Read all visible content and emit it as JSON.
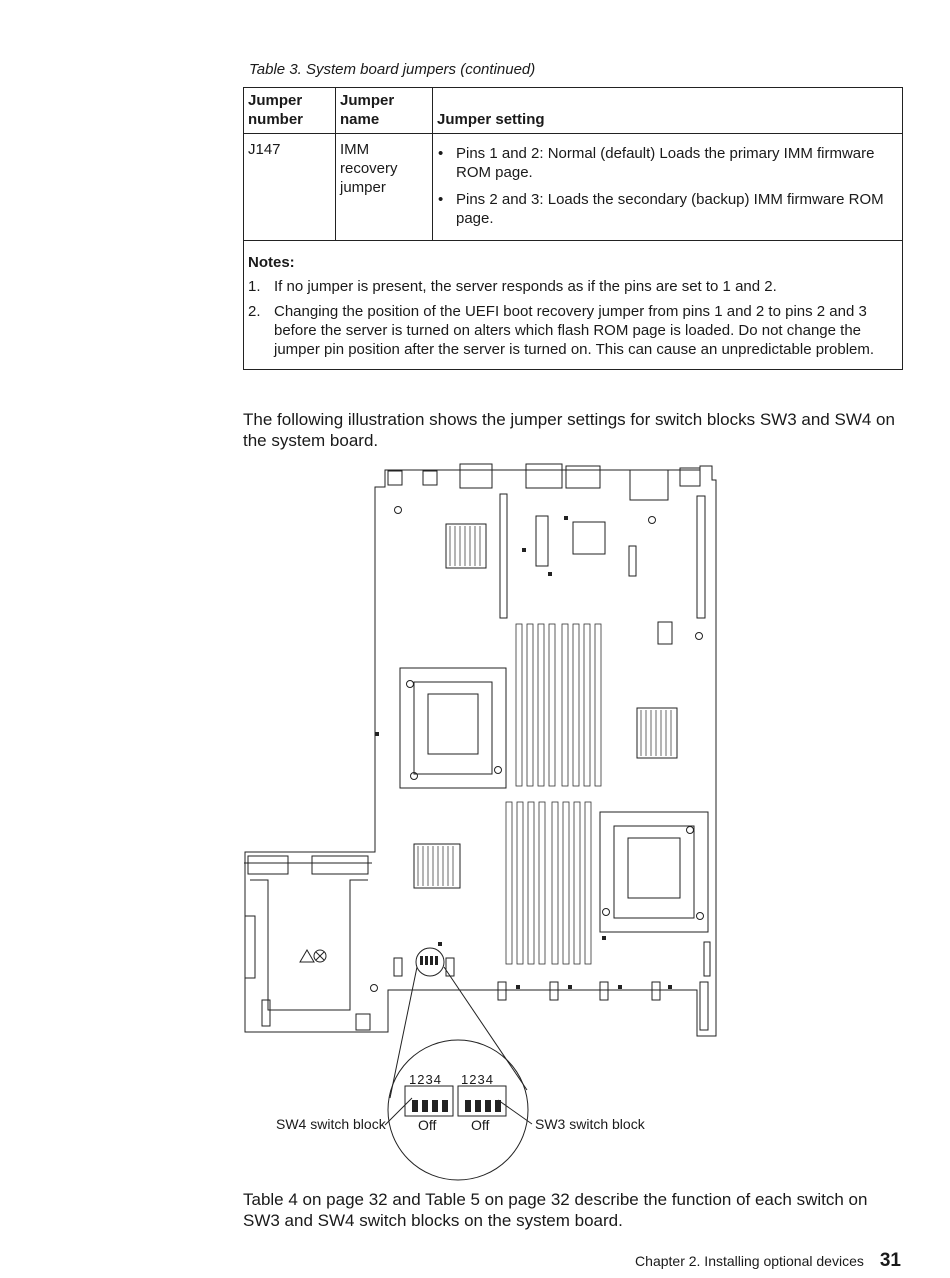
{
  "table": {
    "caption": "Table 3. System board jumpers  (continued)",
    "headers": {
      "number_line1": "Jumper",
      "number_line2": "number",
      "name_line1": "Jumper",
      "name_line2": "name",
      "setting": "Jumper setting"
    },
    "rows": [
      {
        "number": "J147",
        "name_line1": "IMM",
        "name_line2": "recovery",
        "name_line3": "jumper",
        "settings": [
          "Pins 1 and 2: Normal (default) Loads the primary IMM firmware ROM page.",
          "Pins 2 and 3: Loads the secondary (backup) IMM firmware ROM page."
        ]
      }
    ],
    "notes_title": "Notes:",
    "notes": [
      {
        "num": "1.",
        "text": "If no jumper is present, the server responds as if the pins are set to 1 and 2."
      },
      {
        "num": "2.",
        "text": "Changing the position of the UEFI boot recovery jumper from pins 1 and 2 to pins 2 and 3 before the server is turned on alters which flash ROM page is loaded. Do not change the jumper pin position after the server is turned on. This can cause an unpredictable problem."
      }
    ]
  },
  "intro_text": "The following illustration shows the jumper settings for switch blocks SW3 and SW4 on the system board.",
  "illustration": {
    "sw4": {
      "label": "SW4 switch block",
      "pins": "1234",
      "state": "Off"
    },
    "sw3": {
      "label": "SW3 switch block",
      "pins": "1234",
      "state": "Off"
    }
  },
  "outro_text": "Table 4 on page 32 and Table 5 on page 32 describe the function of each switch on SW3 and SW4 switch blocks on the system board.",
  "footer": {
    "chapter": "Chapter 2. Installing optional devices",
    "page": "31"
  }
}
